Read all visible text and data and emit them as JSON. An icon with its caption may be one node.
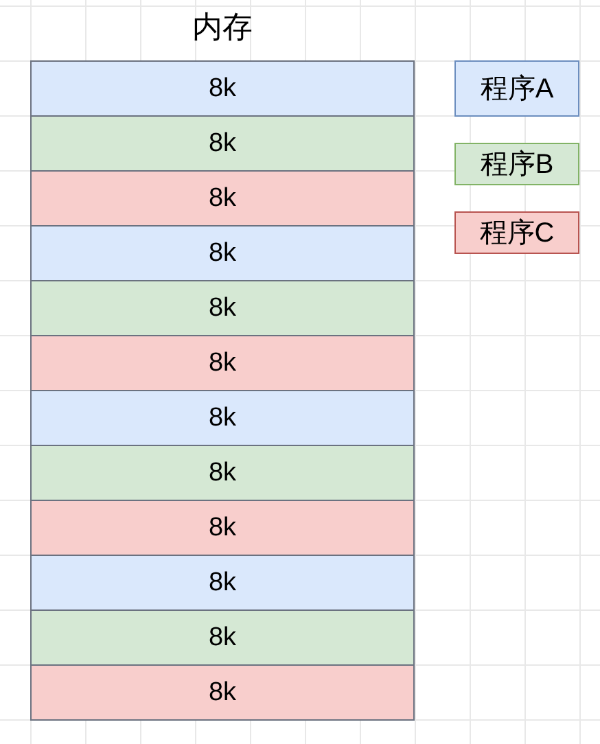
{
  "diagram": {
    "title": "内存",
    "nodes": [
      {
        "text": [
          "8k"
        ]
      },
      {
        "text": [
          "8k"
        ]
      },
      {
        "text": [
          "8k"
        ]
      },
      {
        "text": [
          "8k"
        ]
      },
      {
        "text": [
          "8k"
        ]
      },
      {
        "text": [
          "8k"
        ]
      },
      {
        "text": [
          "8k"
        ]
      },
      {
        "text": [
          "8k"
        ]
      },
      {
        "text": [
          "8k"
        ]
      },
      {
        "text": [
          "8k"
        ]
      },
      {
        "text": [
          "8k"
        ]
      },
      {
        "text": [
          "8k"
        ]
      }
    ],
    "legend": [
      {
        "text": "程序A",
        "color": "#dae8fc"
      },
      {
        "text": "程序B",
        "color": "#d5e8d4"
      },
      {
        "text": "程序C",
        "color": "#f8cecc"
      }
    ]
  }
}
